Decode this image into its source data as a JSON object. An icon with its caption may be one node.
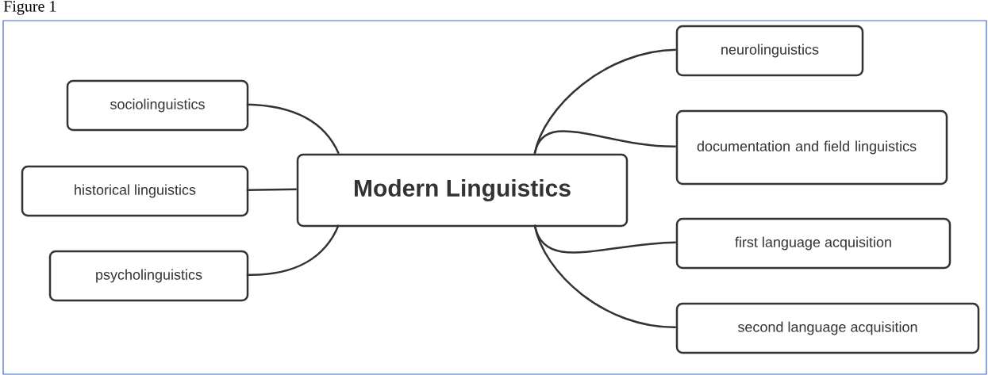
{
  "diagram": {
    "title": "Figure 1",
    "nodes": [
      {
        "text": [
          "Modern Linguistics"
        ]
      },
      {
        "text": [
          "sociolinguistics"
        ]
      },
      {
        "text": [
          "historical linguistics"
        ]
      },
      {
        "text": [
          "psycholinguistics"
        ]
      },
      {
        "text": [
          "neurolinguistics"
        ]
      },
      {
        "text": [
          "documentation and field linguistics"
        ]
      },
      {
        "text": [
          "first language acquisition"
        ]
      },
      {
        "text": [
          "second language acquisition"
        ]
      }
    ],
    "edges": [
      {
        "from": 0,
        "to": 1,
        "arrow": "none"
      },
      {
        "from": 0,
        "to": 2,
        "arrow": "none"
      },
      {
        "from": 0,
        "to": 3,
        "arrow": "none"
      },
      {
        "from": 0,
        "to": 4,
        "arrow": "none"
      },
      {
        "from": 0,
        "to": 5,
        "arrow": "none"
      },
      {
        "from": 0,
        "to": 6,
        "arrow": "none"
      },
      {
        "from": 0,
        "to": 7,
        "arrow": "none"
      }
    ]
  }
}
